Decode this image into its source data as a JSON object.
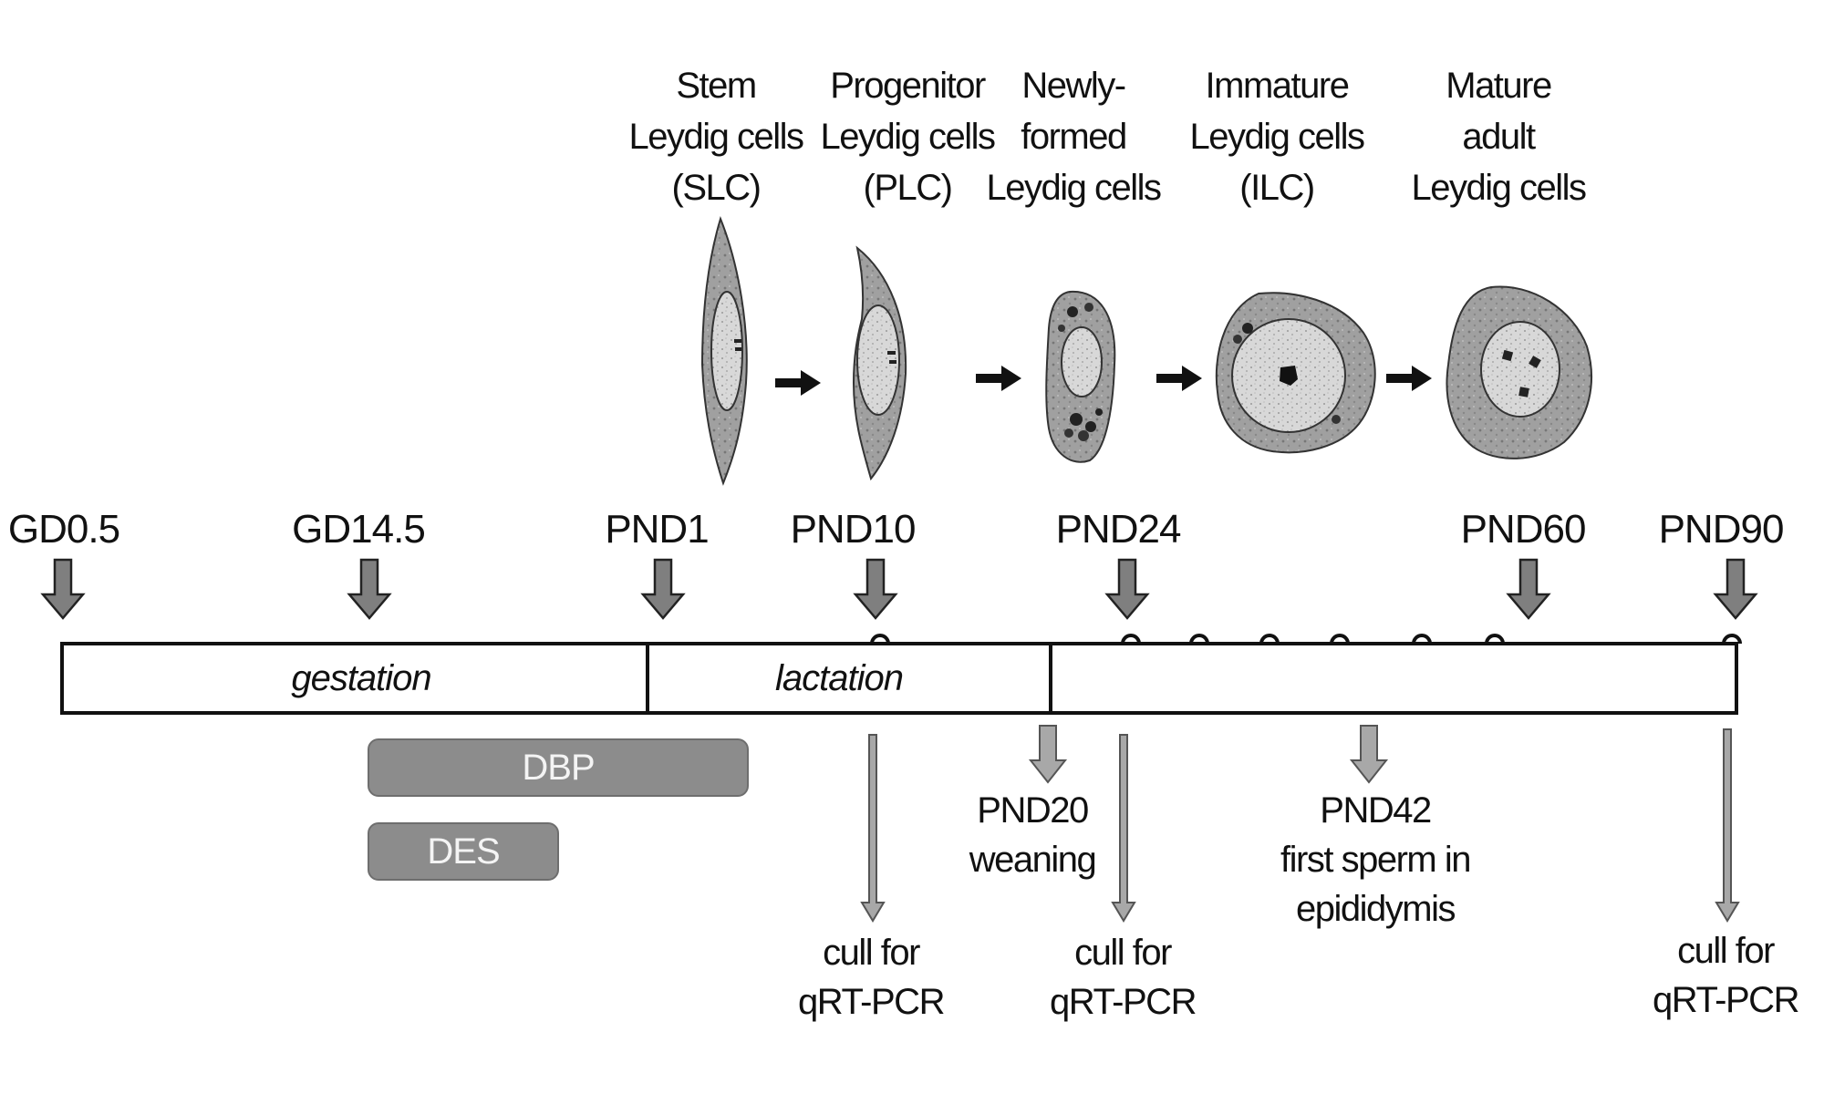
{
  "stages": [
    {
      "id": "slc",
      "lines": [
        "Stem",
        "Leydig cells",
        "(SLC)"
      ]
    },
    {
      "id": "plc",
      "lines": [
        "Progenitor",
        "Leydig cells",
        "(PLC)"
      ]
    },
    {
      "id": "nlc",
      "lines": [
        "Newly-",
        "formed",
        "Leydig cells"
      ]
    },
    {
      "id": "ilc",
      "lines": [
        "Immature",
        "Leydig cells",
        "(ILC)"
      ]
    },
    {
      "id": "alc",
      "lines": [
        "Mature",
        "adult",
        "Leydig cells"
      ]
    }
  ],
  "timepoints": [
    "GD0.5",
    "GD14.5",
    "PND1",
    "PND10",
    "PND24",
    "PND60",
    "PND90"
  ],
  "phases": {
    "gestation": "gestation",
    "lactation": "lactation"
  },
  "treatments": {
    "dbp": "DBP",
    "des": "DES"
  },
  "events": {
    "pnd20": [
      "PND20",
      "weaning"
    ],
    "pnd42": [
      "PND42",
      "first sperm in",
      "epididymis"
    ]
  },
  "culls": [
    [
      "cull for",
      "qRT-PCR"
    ],
    [
      "cull for",
      "qRT-PCR"
    ],
    [
      "cull for",
      "qRT-PCR"
    ]
  ],
  "colors": {
    "arrow_fill": "#7f7f7f",
    "cell_fill": "#a8a8a8",
    "treatment_fill": "#8c8c8c"
  }
}
